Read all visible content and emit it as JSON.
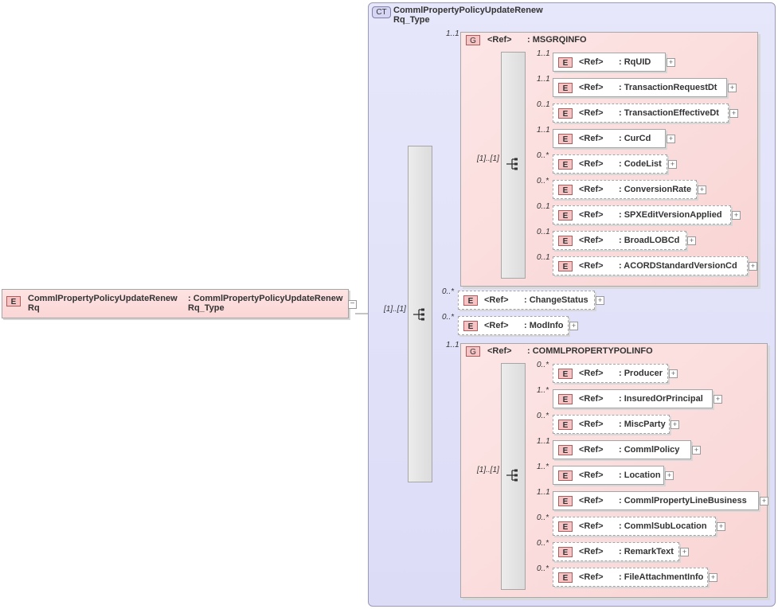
{
  "root": {
    "badge": "E",
    "name_line1": "CommlPropertyPolicyUpdateRenew",
    "name_line2": "Rq",
    "type_line1": ": CommlPropertyPolicyUpdateRenew",
    "type_line2": "Rq_Type",
    "collapse_symbol": "−"
  },
  "complex_type": {
    "badge": "CT",
    "title_line1": "CommlPropertyPolicyUpdateRenew",
    "title_line2": "Rq_Type"
  },
  "main_sequence": {
    "cardinality": "[1]..[1]"
  },
  "groups": [
    {
      "badge": "G",
      "ref": "<Ref>",
      "name": ": MSGRQINFO",
      "cardinality": "1..1",
      "sequence_cardinality": "[1]..[1]",
      "children": [
        {
          "badge": "E",
          "ref": "<Ref>",
          "name": ": RqUID",
          "cardinality": "1..1",
          "optional": false
        },
        {
          "badge": "E",
          "ref": "<Ref>",
          "name": ": TransactionRequestDt",
          "cardinality": "1..1",
          "optional": false
        },
        {
          "badge": "E",
          "ref": "<Ref>",
          "name": ": TransactionEffectiveDt",
          "cardinality": "0..1",
          "optional": true
        },
        {
          "badge": "E",
          "ref": "<Ref>",
          "name": ": CurCd",
          "cardinality": "1..1",
          "optional": false
        },
        {
          "badge": "E",
          "ref": "<Ref>",
          "name": ": CodeList",
          "cardinality": "0..*",
          "optional": true
        },
        {
          "badge": "E",
          "ref": "<Ref>",
          "name": ": ConversionRate",
          "cardinality": "0..*",
          "optional": true
        },
        {
          "badge": "E",
          "ref": "<Ref>",
          "name": ": SPXEditVersionApplied",
          "cardinality": "0..1",
          "optional": true
        },
        {
          "badge": "E",
          "ref": "<Ref>",
          "name": ": BroadLOBCd",
          "cardinality": "0..1",
          "optional": true
        },
        {
          "badge": "E",
          "ref": "<Ref>",
          "name": ": ACORDStandardVersionCd",
          "cardinality": "0..1",
          "optional": true
        }
      ]
    },
    {
      "badge": "G",
      "ref": "<Ref>",
      "name": ": COMMLPROPERTYPOLINFO",
      "cardinality": "1..1",
      "sequence_cardinality": "[1]..[1]",
      "children": [
        {
          "badge": "E",
          "ref": "<Ref>",
          "name": ": Producer",
          "cardinality": "0..*",
          "optional": true
        },
        {
          "badge": "E",
          "ref": "<Ref>",
          "name": ": InsuredOrPrincipal",
          "cardinality": "1..*",
          "optional": false
        },
        {
          "badge": "E",
          "ref": "<Ref>",
          "name": ": MiscParty",
          "cardinality": "0..*",
          "optional": true
        },
        {
          "badge": "E",
          "ref": "<Ref>",
          "name": ": CommlPolicy",
          "cardinality": "1..1",
          "optional": false
        },
        {
          "badge": "E",
          "ref": "<Ref>",
          "name": ": Location",
          "cardinality": "1..*",
          "optional": false
        },
        {
          "badge": "E",
          "ref": "<Ref>",
          "name": ": CommlPropertyLineBusiness",
          "cardinality": "1..1",
          "optional": false
        },
        {
          "badge": "E",
          "ref": "<Ref>",
          "name": ": CommlSubLocation",
          "cardinality": "0..*",
          "optional": true
        },
        {
          "badge": "E",
          "ref": "<Ref>",
          "name": ": RemarkText",
          "cardinality": "0..*",
          "optional": true
        },
        {
          "badge": "E",
          "ref": "<Ref>",
          "name": ": FileAttachmentInfo",
          "cardinality": "0..*",
          "optional": true
        }
      ]
    }
  ],
  "direct_elements": [
    {
      "badge": "E",
      "ref": "<Ref>",
      "name": ": ChangeStatus",
      "cardinality": "0..*",
      "optional": true
    },
    {
      "badge": "E",
      "ref": "<Ref>",
      "name": ": ModInfo",
      "cardinality": "0..*",
      "optional": true
    }
  ],
  "expand_symbol": "+"
}
